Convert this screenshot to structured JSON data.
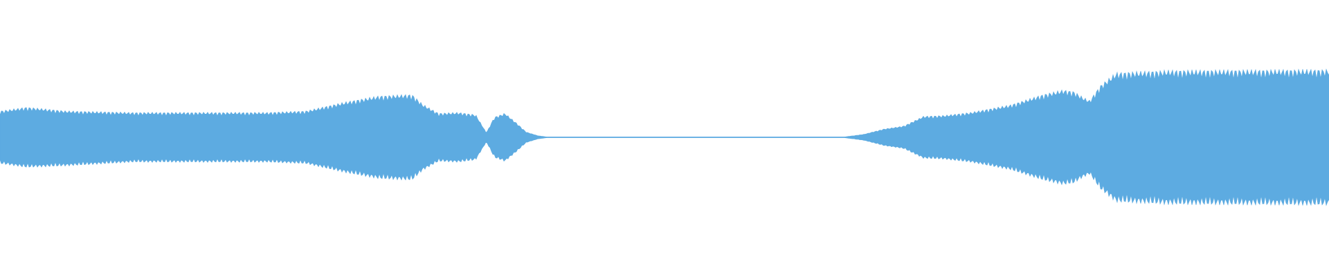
{
  "waveform": {
    "color": "#5dabe1",
    "background": "#ffffff",
    "envelope": [
      {
        "t": 0.0,
        "top": 0.35,
        "bottom": 0.35
      },
      {
        "t": 0.02,
        "top": 0.4,
        "bottom": 0.4
      },
      {
        "t": 0.05,
        "top": 0.35,
        "bottom": 0.38
      },
      {
        "t": 0.1,
        "top": 0.33,
        "bottom": 0.33
      },
      {
        "t": 0.15,
        "top": 0.33,
        "bottom": 0.33
      },
      {
        "t": 0.2,
        "top": 0.33,
        "bottom": 0.33
      },
      {
        "t": 0.23,
        "top": 0.35,
        "bottom": 0.35
      },
      {
        "t": 0.26,
        "top": 0.47,
        "bottom": 0.47
      },
      {
        "t": 0.285,
        "top": 0.55,
        "bottom": 0.55
      },
      {
        "t": 0.31,
        "top": 0.57,
        "bottom": 0.57
      },
      {
        "t": 0.318,
        "top": 0.44,
        "bottom": 0.44
      },
      {
        "t": 0.33,
        "top": 0.32,
        "bottom": 0.32
      },
      {
        "t": 0.345,
        "top": 0.33,
        "bottom": 0.33
      },
      {
        "t": 0.358,
        "top": 0.3,
        "bottom": 0.3
      },
      {
        "t": 0.366,
        "top": 0.06,
        "bottom": 0.06
      },
      {
        "t": 0.372,
        "top": 0.27,
        "bottom": 0.27
      },
      {
        "t": 0.38,
        "top": 0.32,
        "bottom": 0.32
      },
      {
        "t": 0.388,
        "top": 0.2,
        "bottom": 0.2
      },
      {
        "t": 0.396,
        "top": 0.07,
        "bottom": 0.07
      },
      {
        "t": 0.405,
        "top": 0.02,
        "bottom": 0.02
      },
      {
        "t": 0.412,
        "top": 0.004,
        "bottom": 0.004
      },
      {
        "t": 0.5,
        "top": 0.004,
        "bottom": 0.004
      },
      {
        "t": 0.635,
        "top": 0.004,
        "bottom": 0.004
      },
      {
        "t": 0.65,
        "top": 0.04,
        "bottom": 0.04
      },
      {
        "t": 0.665,
        "top": 0.11,
        "bottom": 0.11
      },
      {
        "t": 0.68,
        "top": 0.15,
        "bottom": 0.15
      },
      {
        "t": 0.695,
        "top": 0.28,
        "bottom": 0.28
      },
      {
        "t": 0.71,
        "top": 0.29,
        "bottom": 0.29
      },
      {
        "t": 0.73,
        "top": 0.33,
        "bottom": 0.33
      },
      {
        "t": 0.76,
        "top": 0.43,
        "bottom": 0.43
      },
      {
        "t": 0.785,
        "top": 0.57,
        "bottom": 0.57
      },
      {
        "t": 0.8,
        "top": 0.63,
        "bottom": 0.63
      },
      {
        "t": 0.808,
        "top": 0.61,
        "bottom": 0.61
      },
      {
        "t": 0.815,
        "top": 0.53,
        "bottom": 0.53
      },
      {
        "t": 0.82,
        "top": 0.49,
        "bottom": 0.49
      },
      {
        "t": 0.828,
        "top": 0.69,
        "bottom": 0.69
      },
      {
        "t": 0.84,
        "top": 0.86,
        "bottom": 0.86
      },
      {
        "t": 0.88,
        "top": 0.89,
        "bottom": 0.89
      },
      {
        "t": 1.0,
        "top": 0.9,
        "bottom": 0.9
      }
    ]
  }
}
